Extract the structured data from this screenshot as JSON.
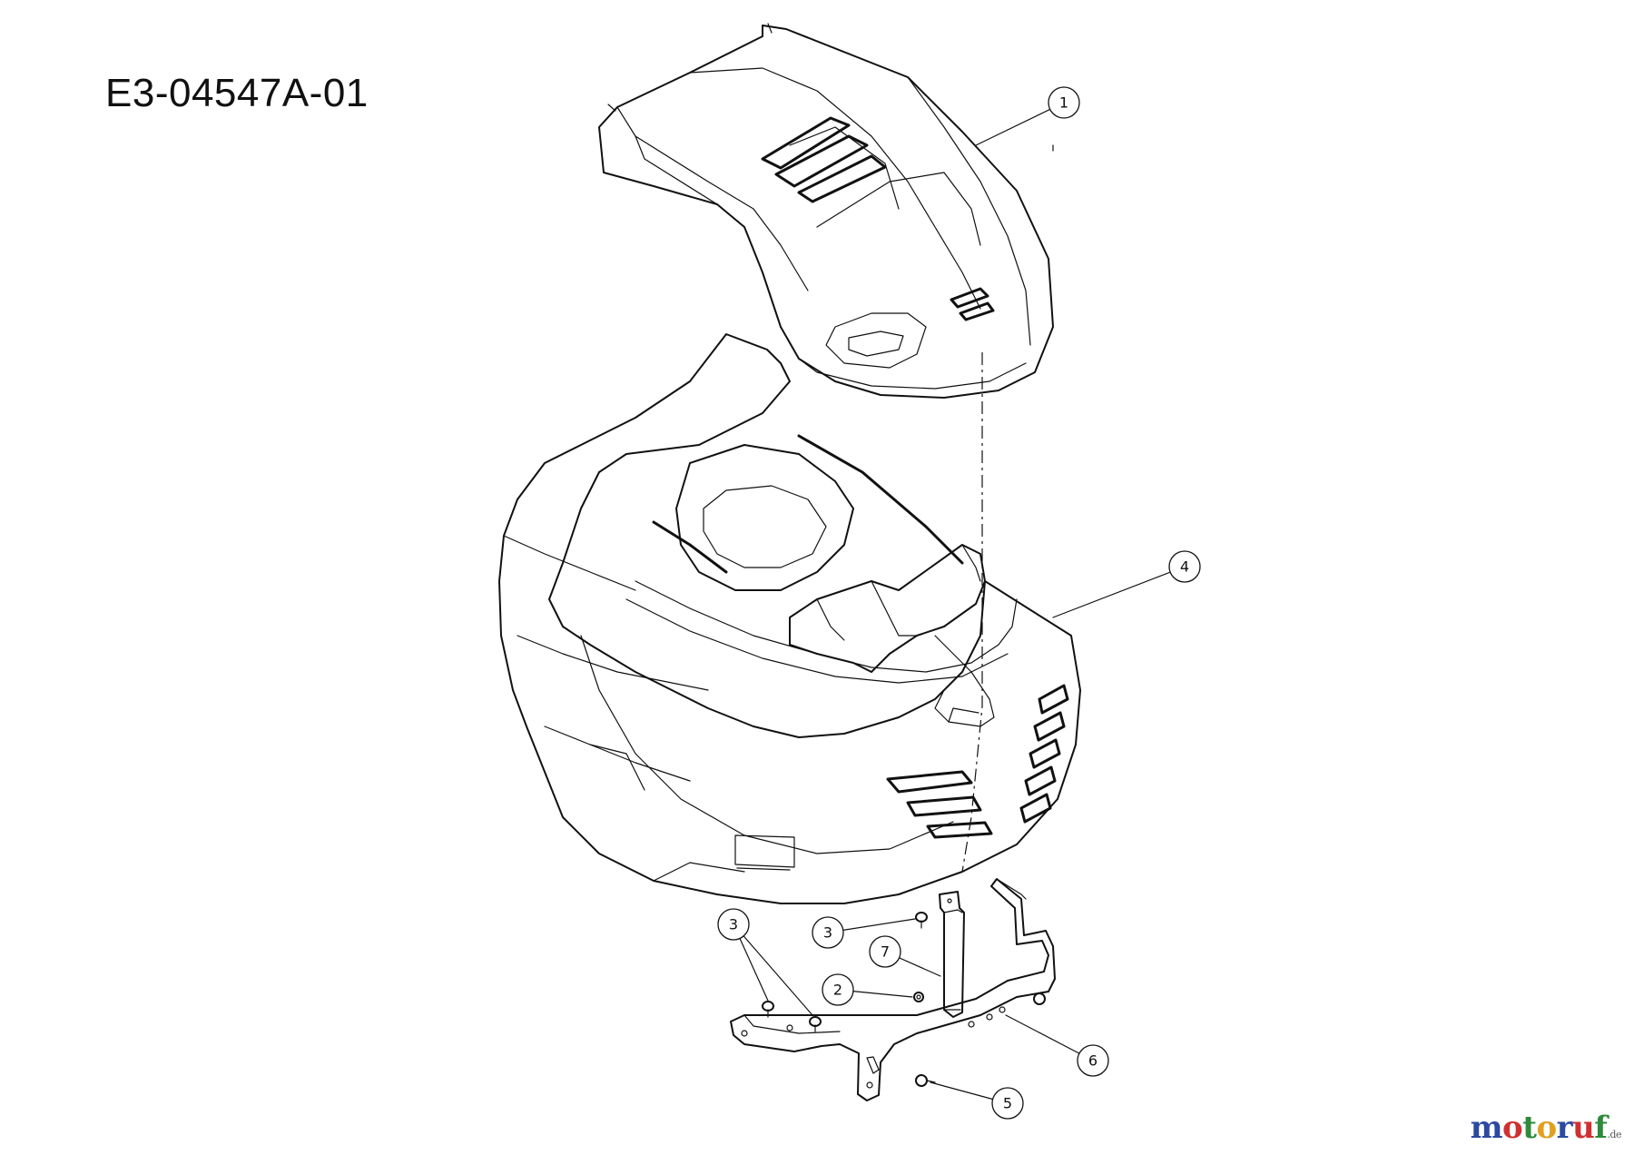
{
  "drawing": {
    "reference": "E3-04547A-01"
  },
  "callouts": [
    {
      "id": "c1",
      "label": "1"
    },
    {
      "id": "c4",
      "label": "4"
    },
    {
      "id": "c3a",
      "label": "3"
    },
    {
      "id": "c3b",
      "label": "3"
    },
    {
      "id": "c7",
      "label": "7"
    },
    {
      "id": "c2",
      "label": "2"
    },
    {
      "id": "c6",
      "label": "6"
    },
    {
      "id": "c5",
      "label": "5"
    }
  ],
  "watermark": {
    "brand": "motoruf",
    "suffix": ".de",
    "colors": {
      "m": "#2b4aa0",
      "o1": "#d03030",
      "t": "#2f8a3a",
      "o2": "#e0a020",
      "r": "#2b4aa0",
      "u": "#d03030",
      "f": "#2f8a3a"
    }
  }
}
